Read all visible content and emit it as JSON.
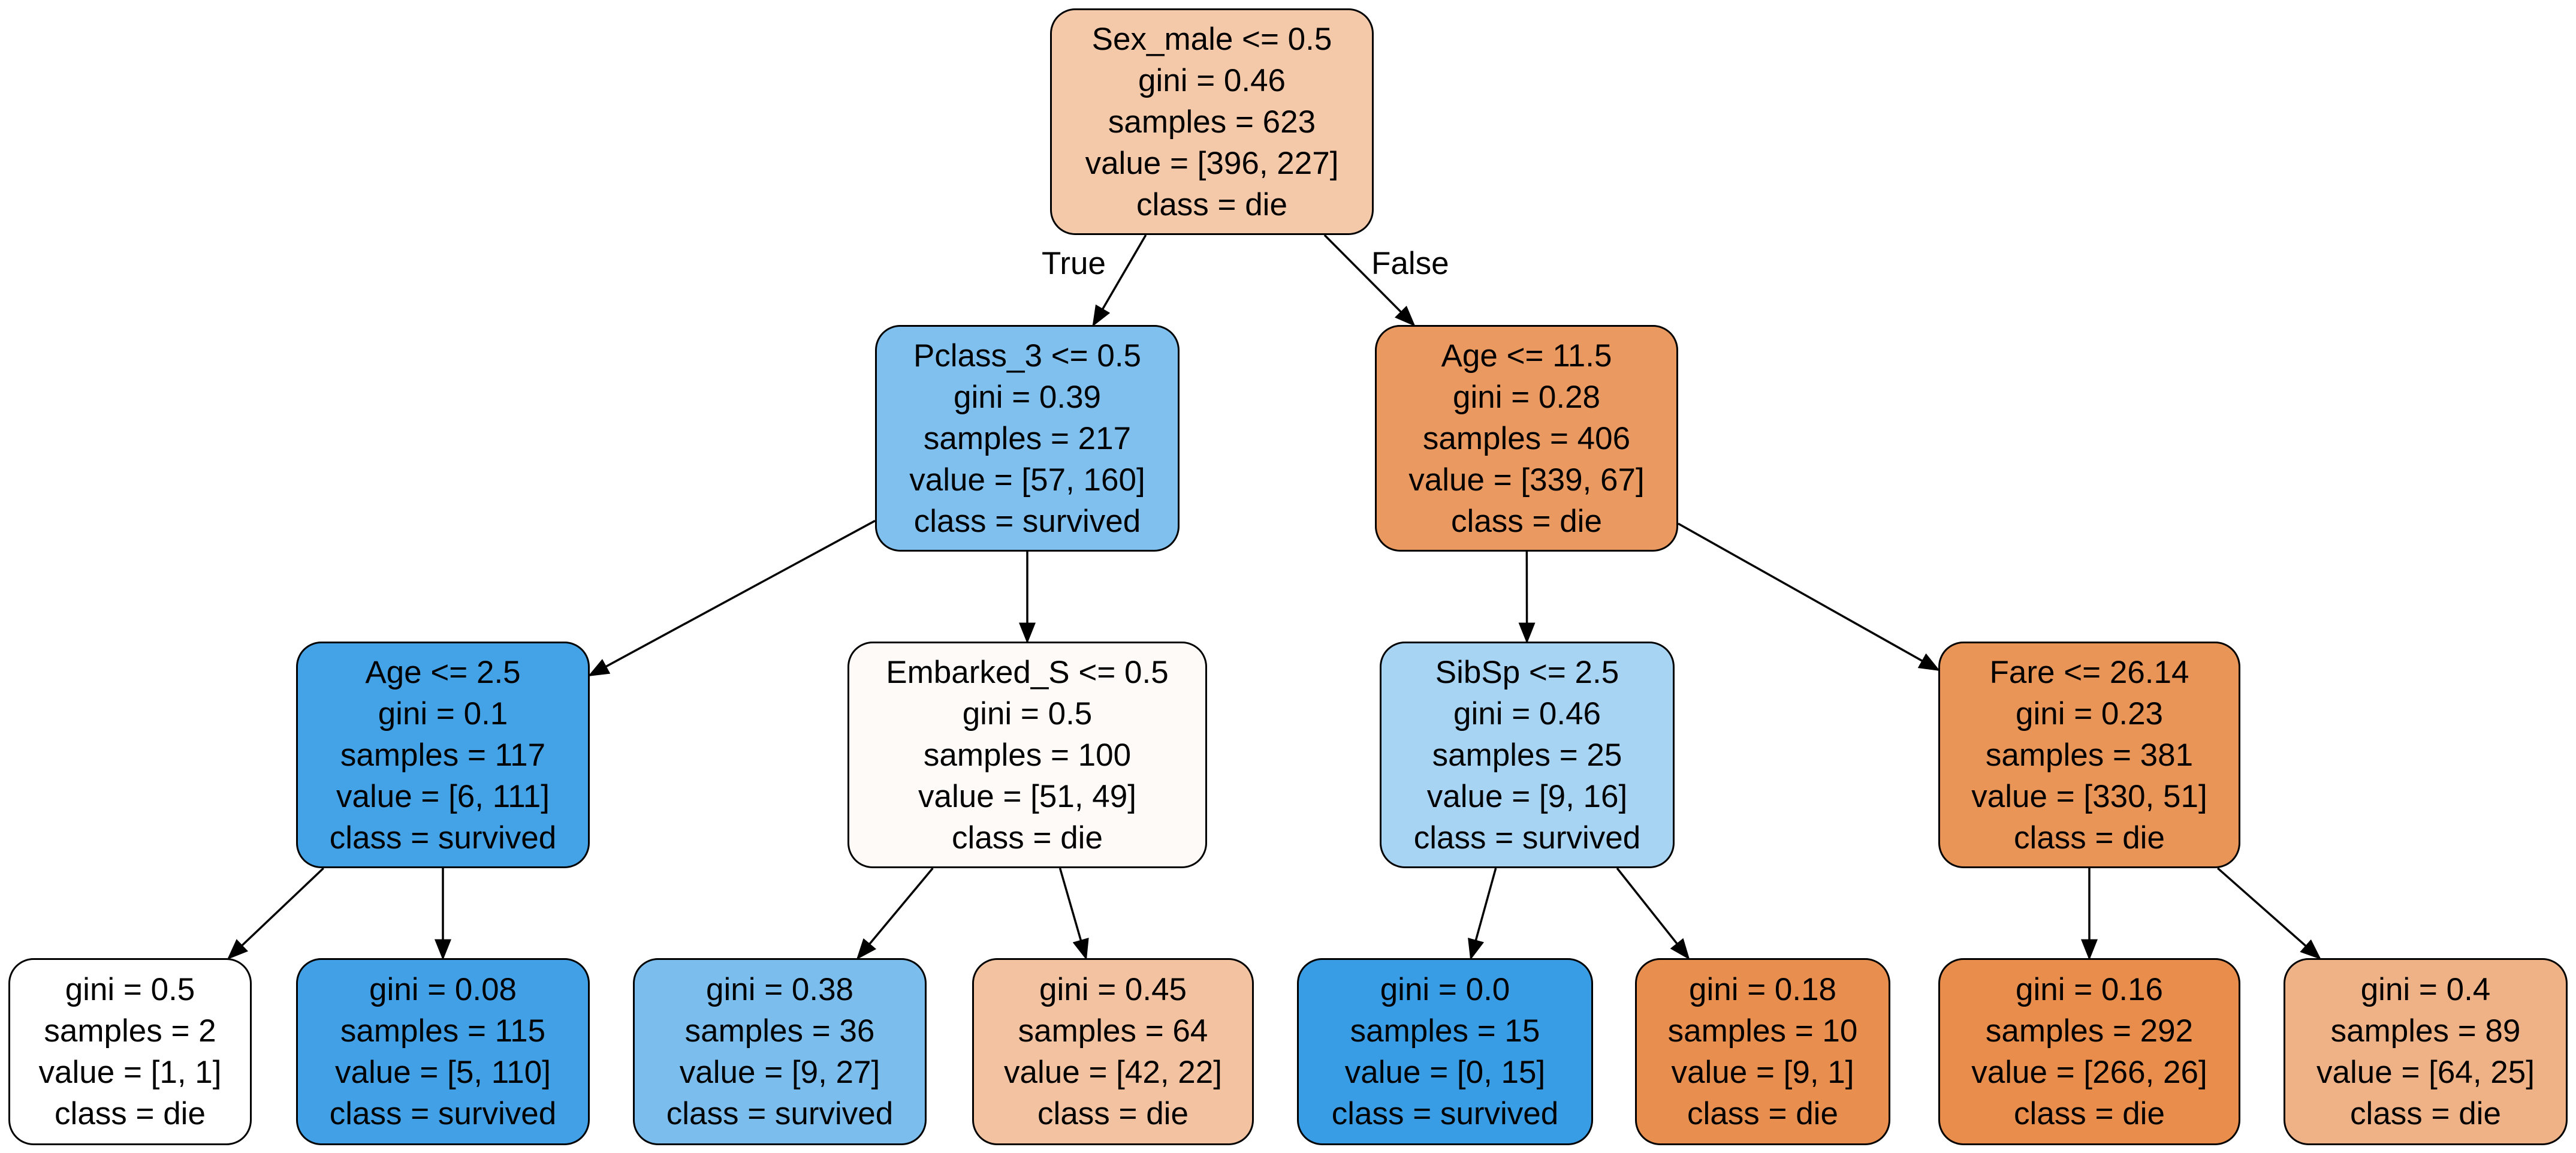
{
  "tree": {
    "edge_labels": {
      "true": "True",
      "false": "False"
    },
    "colors": {
      "die_strong": "#e58139",
      "survived_strong": "#399de5",
      "edge": "#000000",
      "border": "#000000"
    },
    "nodes": [
      {
        "id": "n0",
        "lines": [
          "Sex_male <= 0.5",
          "gini = 0.46",
          "samples = 623",
          "value = [396, 227]",
          "class = die"
        ],
        "fill": "#f4c9aa"
      },
      {
        "id": "n1",
        "lines": [
          "Pclass_3 <= 0.5",
          "gini = 0.39",
          "samples = 217",
          "value = [57, 160]",
          "class = survived"
        ],
        "fill": "#80c0ee"
      },
      {
        "id": "n2",
        "lines": [
          "Age <= 11.5",
          "gini = 0.28",
          "samples = 406",
          "value = [339, 67]",
          "class = die"
        ],
        "fill": "#ea9a60"
      },
      {
        "id": "n3",
        "lines": [
          "Age <= 2.5",
          "gini = 0.1",
          "samples = 117",
          "value = [6, 111]",
          "class = survived"
        ],
        "fill": "#44a2e6"
      },
      {
        "id": "n4",
        "lines": [
          "Embarked_S <= 0.5",
          "gini = 0.5",
          "samples = 100",
          "value = [51, 49]",
          "class = die"
        ],
        "fill": "#fefaf7"
      },
      {
        "id": "n5",
        "lines": [
          "SibSp <= 2.5",
          "gini = 0.46",
          "samples = 25",
          "value = [9, 16]",
          "class = survived"
        ],
        "fill": "#a8d4f4"
      },
      {
        "id": "n6",
        "lines": [
          "Fare <= 26.14",
          "gini = 0.23",
          "samples = 381",
          "value = [330, 51]",
          "class = die"
        ],
        "fill": "#e99558"
      },
      {
        "id": "n7",
        "lines": [
          "gini = 0.5",
          "samples = 2",
          "value = [1, 1]",
          "class = die"
        ],
        "fill": "#ffffff"
      },
      {
        "id": "n8",
        "lines": [
          "gini = 0.08",
          "samples = 115",
          "value = [5, 110]",
          "class = survived"
        ],
        "fill": "#42a1e6"
      },
      {
        "id": "n9",
        "lines": [
          "gini = 0.38",
          "samples = 36",
          "value = [9, 27]",
          "class = survived"
        ],
        "fill": "#7bbeee"
      },
      {
        "id": "n10",
        "lines": [
          "gini = 0.45",
          "samples = 64",
          "value = [42, 22]",
          "class = die"
        ],
        "fill": "#f3c3a1"
      },
      {
        "id": "n11",
        "lines": [
          "gini = 0.0",
          "samples = 15",
          "value = [0, 15]",
          "class = survived"
        ],
        "fill": "#399de5"
      },
      {
        "id": "n12",
        "lines": [
          "gini = 0.18",
          "samples = 10",
          "value = [9, 1]",
          "class = die"
        ],
        "fill": "#e88f4f"
      },
      {
        "id": "n13",
        "lines": [
          "gini = 0.16",
          "samples = 292",
          "value = [266, 26]",
          "class = die"
        ],
        "fill": "#e88d4c"
      },
      {
        "id": "n14",
        "lines": [
          "gini = 0.4",
          "samples = 89",
          "value = [64, 25]",
          "class = die"
        ],
        "fill": "#efb286"
      }
    ],
    "edges": [
      [
        "n0",
        "n1"
      ],
      [
        "n0",
        "n2"
      ],
      [
        "n1",
        "n3"
      ],
      [
        "n1",
        "n4"
      ],
      [
        "n2",
        "n5"
      ],
      [
        "n2",
        "n6"
      ],
      [
        "n3",
        "n7"
      ],
      [
        "n3",
        "n8"
      ],
      [
        "n4",
        "n9"
      ],
      [
        "n4",
        "n10"
      ],
      [
        "n5",
        "n11"
      ],
      [
        "n5",
        "n12"
      ],
      [
        "n6",
        "n13"
      ],
      [
        "n6",
        "n14"
      ]
    ]
  }
}
